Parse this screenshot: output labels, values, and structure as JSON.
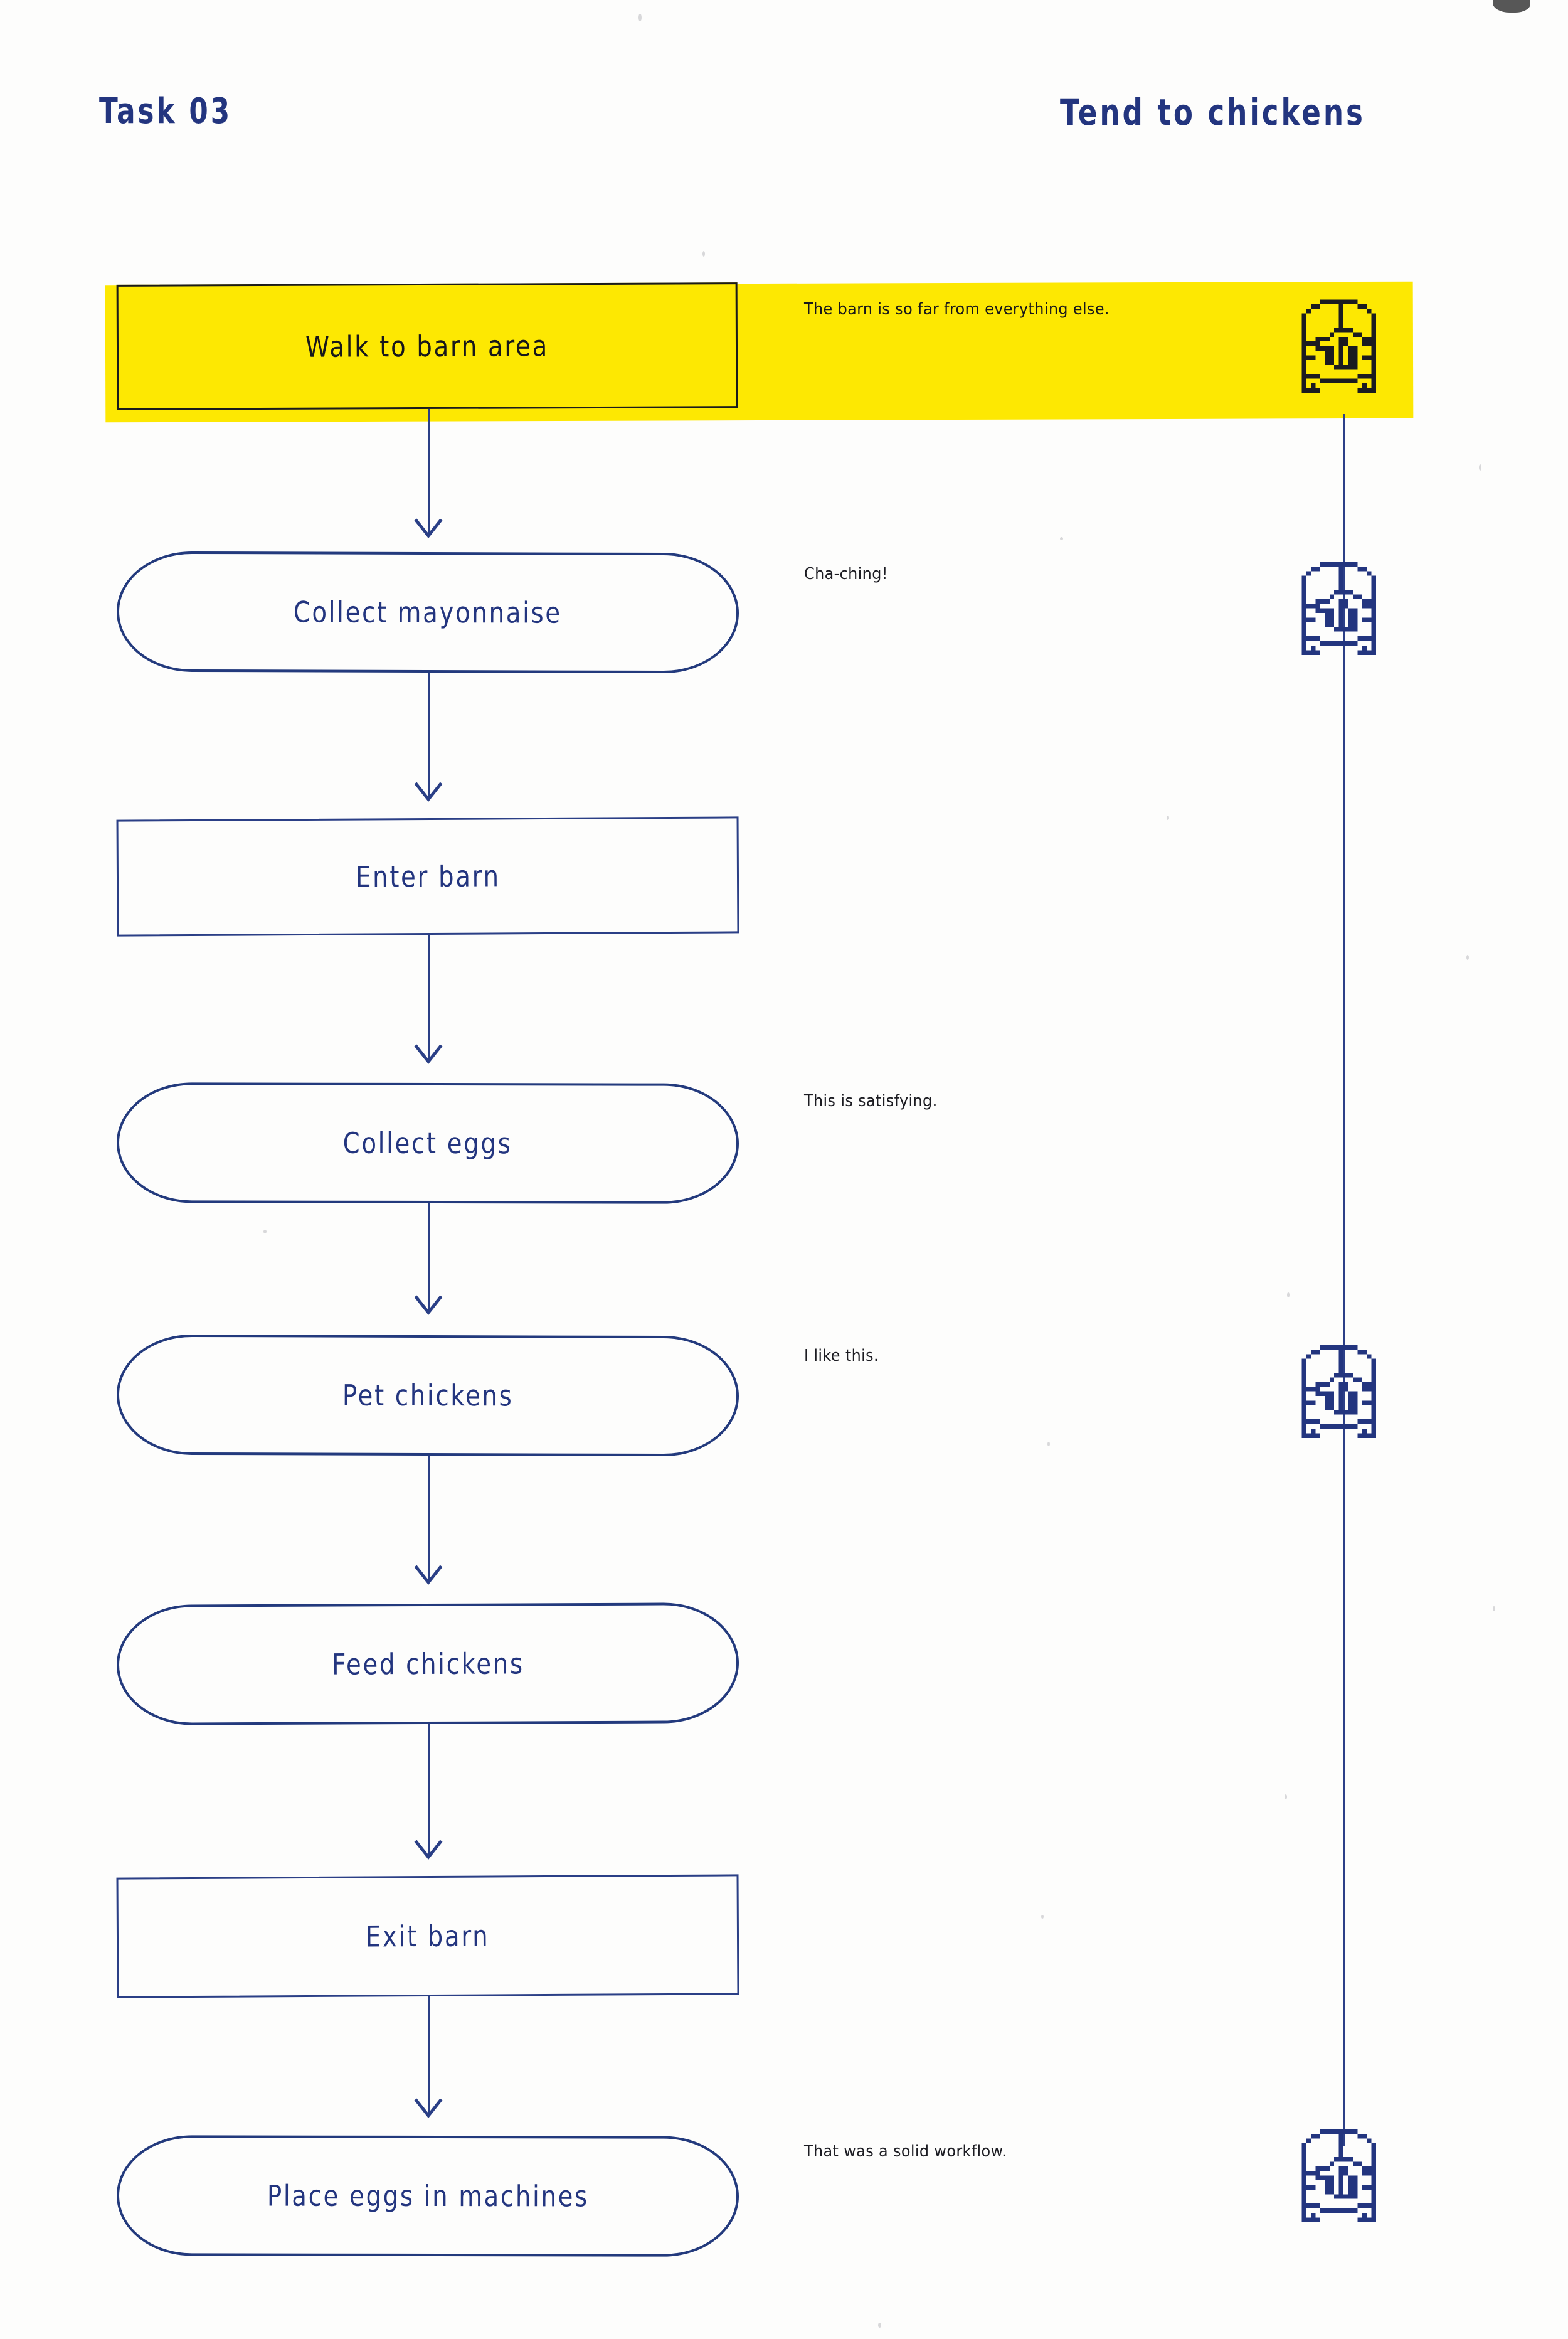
{
  "page": {
    "background": "#fdfdfc",
    "ink_color": "#23357f",
    "highlight_color": "#fde802",
    "annotation_color": "#1c1c22"
  },
  "header": {
    "task_label": "Task 03",
    "title": "Tend to chickens"
  },
  "flow": {
    "type": "flowchart",
    "orientation": "vertical",
    "steps": [
      {
        "label": "Walk to barn area",
        "shape": "rectangle",
        "highlighted": true,
        "annotation": "The barn is so far from everything else.",
        "avatar": true,
        "avatar_icon": "pixel-avatar-face-icon"
      },
      {
        "label": "Collect mayonnaise",
        "shape": "stadium",
        "highlighted": false,
        "annotation": "Cha-ching!",
        "avatar": true,
        "avatar_icon": "pixel-avatar-face-icon"
      },
      {
        "label": "Enter barn",
        "shape": "rectangle",
        "highlighted": false,
        "annotation": "",
        "avatar": false,
        "avatar_icon": ""
      },
      {
        "label": "Collect eggs",
        "shape": "stadium",
        "highlighted": false,
        "annotation": "This is satisfying.",
        "avatar": false,
        "avatar_icon": ""
      },
      {
        "label": "Pet chickens",
        "shape": "stadium",
        "highlighted": false,
        "annotation": "I like this.",
        "avatar": true,
        "avatar_icon": "pixel-avatar-face-icon"
      },
      {
        "label": "Feed chickens",
        "shape": "stadium",
        "highlighted": false,
        "annotation": "",
        "avatar": false,
        "avatar_icon": ""
      },
      {
        "label": "Exit barn",
        "shape": "rectangle",
        "highlighted": false,
        "annotation": "",
        "avatar": false,
        "avatar_icon": ""
      },
      {
        "label": "Place eggs in machines",
        "shape": "stadium",
        "highlighted": false,
        "annotation": "That was a solid workflow.",
        "avatar": true,
        "avatar_icon": "pixel-avatar-face-icon"
      }
    ]
  }
}
